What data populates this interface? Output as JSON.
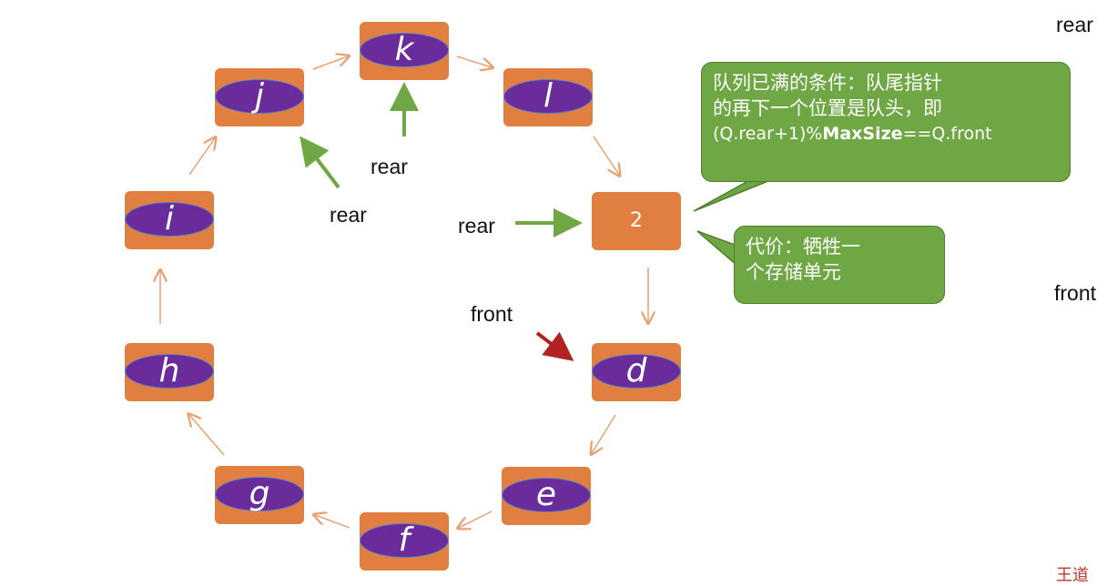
{
  "nodes": {
    "k": "k",
    "l": "l",
    "slot2": "2",
    "d": "d",
    "e": "e",
    "f": "f",
    "g": "g",
    "h": "h",
    "i": "i",
    "j": "j"
  },
  "labels": {
    "rear_under_k": "rear",
    "rear_near_j": "rear",
    "rear_left_of_2": "rear",
    "front_near_d": "front",
    "rear_top_right": "rear",
    "front_right_edge": "front"
  },
  "callout_full": {
    "line1": "队列已满的条件：队尾指针",
    "line2": "的再下一个位置是队头，即",
    "line3_prefix": "(Q.rear+1)%",
    "line3_bold": "MaxSize",
    "line3_suffix": "==Q.front"
  },
  "callout_cost": {
    "line1": "代价：牺牲一",
    "line2": "个存储单元"
  },
  "footer_mark": "王道",
  "colors": {
    "node_fill": "#e07f3f",
    "ellipse_fill": "#6a2c9a",
    "callout_fill": "#6ea743",
    "rear_arrow": "#6ea743",
    "front_arrow": "#b22222",
    "cycle_arrow": "#e8a070"
  }
}
